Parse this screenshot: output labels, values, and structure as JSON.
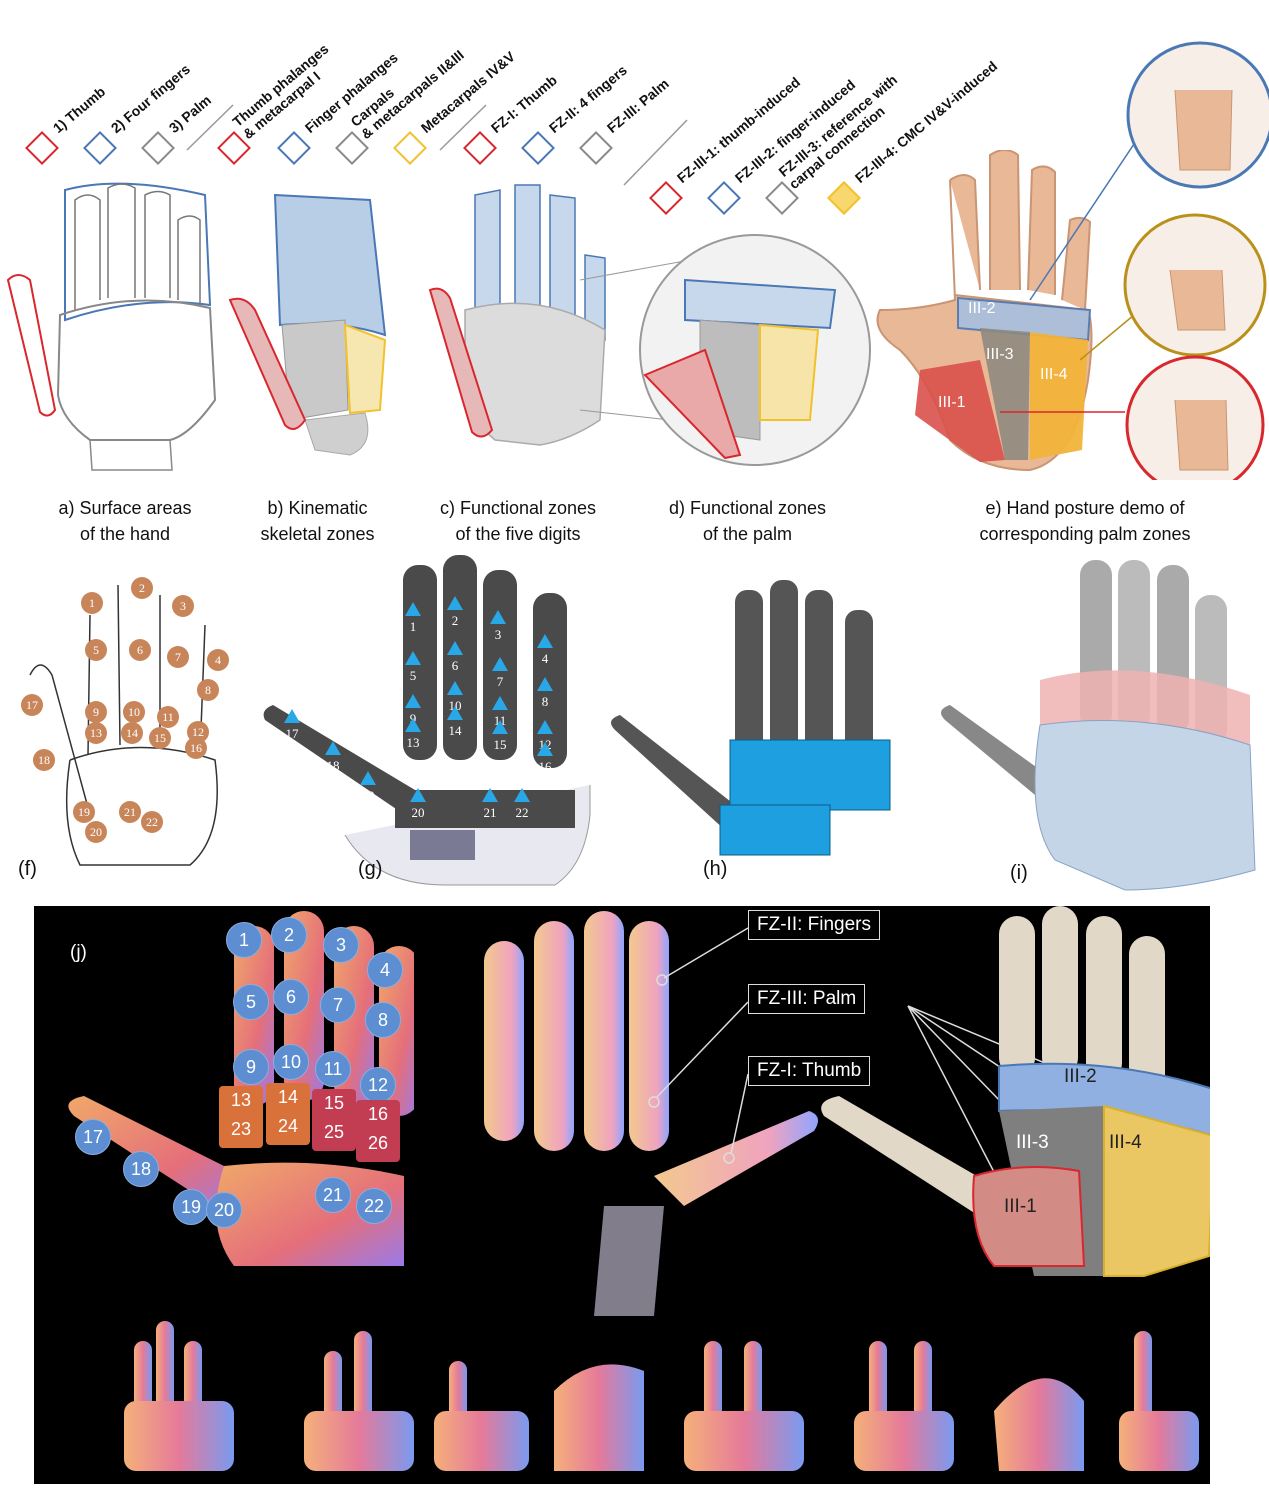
{
  "legends": {
    "a": [
      "1) Thumb",
      "2) Four fingers",
      "3) Palm"
    ],
    "b": [
      "Thumb phalanges",
      "& metacarpal I",
      "Finger phalanges",
      "Carpals",
      "& metacarpals II&III",
      "Metacarpals IV&V"
    ],
    "c": [
      "FZ-I: Thumb",
      "FZ-II: 4 fingers",
      "FZ-III: Palm"
    ],
    "d": [
      "FZ-III-1: thumb-induced",
      "FZ-III-2: finger-induced",
      "FZ-III-3: reference with",
      "carpal connection",
      "FZ-III-4: CMC IV&V-induced"
    ]
  },
  "colors": {
    "red": "#d9272e",
    "blue": "#4a78b5",
    "gray": "#8a8a8a",
    "yellow": "#f2c12e"
  },
  "captions": {
    "a": [
      "a) Surface areas",
      "of the hand"
    ],
    "b": [
      "b) Kinematic",
      "skeletal zones"
    ],
    "c": [
      "c) Functional zones",
      "of the five digits"
    ],
    "d": [
      "d) Functional zones",
      "of the palm"
    ],
    "e": [
      "e) Hand posture demo of",
      "corresponding palm zones"
    ]
  },
  "palm_zone_labels": [
    "III-2",
    "III-3",
    "III-4",
    "III-1"
  ],
  "panel_labels": {
    "f": "(f)",
    "g": "(g)",
    "h": "(h)",
    "i": "(i)",
    "j": "(j)"
  },
  "sensor_numbers": [
    "1",
    "2",
    "3",
    "4",
    "5",
    "6",
    "7",
    "8",
    "9",
    "10",
    "11",
    "12",
    "13",
    "14",
    "15",
    "16",
    "17",
    "18",
    "19",
    "20",
    "21",
    "22"
  ],
  "j": {
    "fz_labels": [
      "FZ-II: Fingers",
      "FZ-III: Palm",
      "FZ-I: Thumb"
    ],
    "bubbles": [
      "1",
      "2",
      "3",
      "4",
      "5",
      "6",
      "7",
      "8",
      "9",
      "10",
      "11",
      "12",
      "17",
      "18",
      "19",
      "20",
      "21",
      "22"
    ],
    "squares": [
      [
        "13",
        "23"
      ],
      [
        "14",
        "24"
      ],
      [
        "15",
        "25"
      ],
      [
        "16",
        "26"
      ]
    ],
    "zone_points": [
      "III-2",
      "III-3",
      "III-4",
      "III-1"
    ]
  }
}
